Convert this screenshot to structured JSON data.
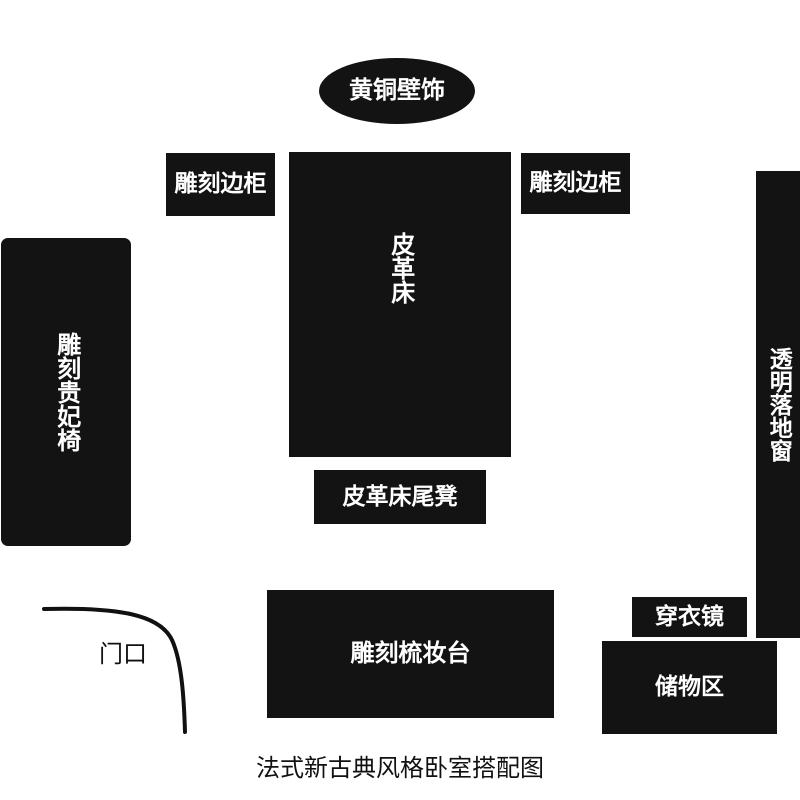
{
  "colors": {
    "furniture": "#131313",
    "text_on_furniture": "#ffffff",
    "background": "#ffffff"
  },
  "diagram": {
    "title": "法式新古典风格卧室搭配图",
    "items": {
      "brass_wall_decor": "黄铜壁饰",
      "carved_side_cabinet_left": "雕刻边柜",
      "carved_side_cabinet_right": "雕刻边柜",
      "leather_bed": "皮革床",
      "leather_bed_bench": "皮革床尾凳",
      "carved_lounge_chair": "雕刻贵妃椅",
      "floor_window": "透明落地窗",
      "mirror": "穿衣镜",
      "storage": "储物区",
      "dresser": "雕刻梳妆台",
      "door": "门口"
    }
  }
}
